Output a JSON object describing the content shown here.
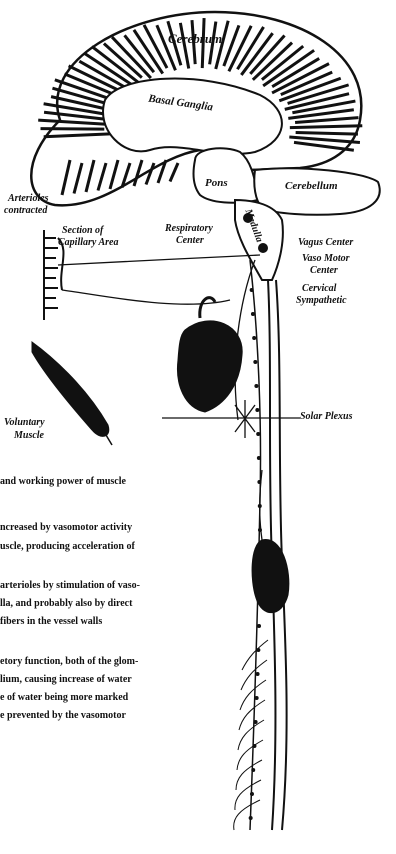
{
  "labels": {
    "cerebrum": "Cerebrum",
    "basal_ganglia": "Basal Ganglia",
    "pons": "Pons",
    "cerebellum": "Cerebellum",
    "medulla": "Medulla",
    "arterioles_line1": "Arterioles",
    "arterioles_line2": "contracted",
    "section_line1": "Section of",
    "section_line2": "Capillary Area",
    "respiratory_line1": "Respiratory",
    "respiratory_line2": "Center",
    "vagus_center": "Vagus Center",
    "vaso_motor_line1": "Vaso Motor",
    "vaso_motor_line2": "Center",
    "cervical_line1": "Cervical",
    "cervical_line2": "Sympathetic",
    "voluntary_line1": "Voluntary",
    "voluntary_line2": "Muscle",
    "solar_plexus": "Solar Plexus"
  },
  "text_lines": [
    "and working power of muscle",
    "ncreased by vasomotor activity",
    "uscle, producing acceleration of",
    "arterioles by stimulation of vaso-",
    "lla, and probably also by direct",
    "fibers in the vessel walls",
    "etory function, both of the glom-",
    "lium, causing increase of water",
    "e of water being more marked",
    "e prevented by the vasomotor"
  ]
}
